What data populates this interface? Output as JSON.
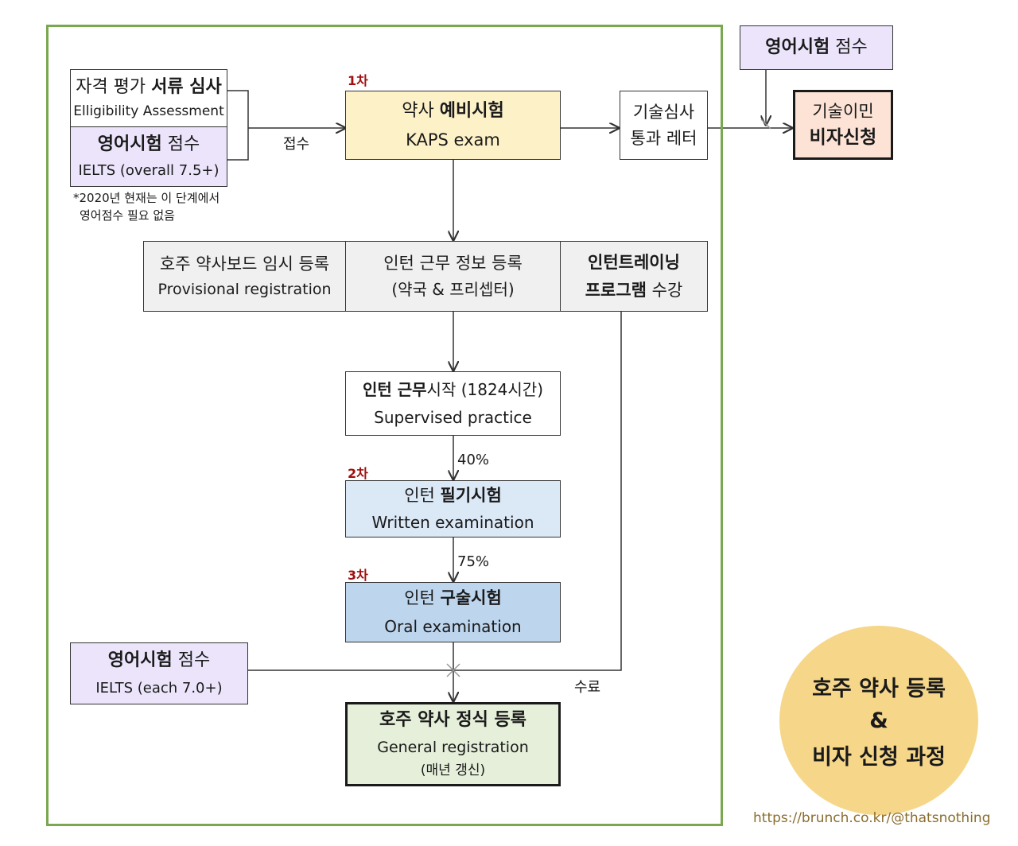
{
  "eligibility": {
    "ko_plain": "자격 평가 ",
    "ko_bold": "서류 심사",
    "en": "Elligibility Assessment"
  },
  "english_score_1": {
    "ko_bold": "영어시험",
    "ko_plain": " 점수",
    "en": "IELTS (overall 7.5+)"
  },
  "footnote": {
    "line1": "*2020년 현재는 이 단계에서",
    "line2": "영어점수 필요 없음"
  },
  "submit_label": "접수",
  "stage_labels": {
    "first": "1차",
    "second": "2차",
    "third": "3차"
  },
  "kaps": {
    "ko_plain": "약사 ",
    "ko_bold": "예비시험",
    "en": "KAPS exam"
  },
  "skills_letter": {
    "line1": "기술심사",
    "line2": "통과 레터"
  },
  "english_score_top": {
    "ko_bold": "영어시험",
    "ko_plain": " 점수"
  },
  "visa": {
    "line1": "기술이민",
    "line2": "비자신청"
  },
  "provisional": {
    "ko": "호주 약사보드 임시 등록",
    "en": "Provisional registration"
  },
  "intern_info": {
    "line1": "인턴 근무 정보 등록",
    "line2": "(약국 & 프리셉터)"
  },
  "intern_training": {
    "line1": "인턴트레이닝",
    "line2_bold": "프로그램",
    "line2_plain": " 수강"
  },
  "supervised": {
    "ko_bold": "인턴 근무",
    "ko_plain": "시작 (1824시간)",
    "en": "Supervised practice"
  },
  "pct_40": "40%",
  "written": {
    "ko_plain": "인턴 ",
    "ko_bold": "필기시험",
    "en": "Written examination"
  },
  "pct_75": "75%",
  "oral": {
    "ko_plain": "인턴 ",
    "ko_bold": "구술시험",
    "en": "Oral examination"
  },
  "english_score_2": {
    "ko_bold": "영어시험",
    "ko_plain": " 점수",
    "en": "IELTS (each 7.0+)"
  },
  "complete_label": "수료",
  "general": {
    "ko": "호주 약사 정식 등록",
    "en": "General registration",
    "note": "(매년 갱신)"
  },
  "summary": {
    "line1": "호주 약사 등록",
    "line2": "&",
    "line3": "비자 신청 과정"
  },
  "credit": "https://brunch.co.kr/@thatsnothing",
  "colors": {
    "frame_green": "#7aa84f",
    "english_purple": "#ebe4fb",
    "kaps_yellow": "#fdf1c8",
    "visa_peach": "#fce3d6",
    "gray_box": "#f0f0f0",
    "written_blue": "#dbe8f6",
    "oral_blue": "#bdd5ed",
    "general_green": "#e5efd9",
    "summary_circle": "#f6d78a",
    "stage_red": "#a01010",
    "credit_brown": "#8a6d2e"
  }
}
